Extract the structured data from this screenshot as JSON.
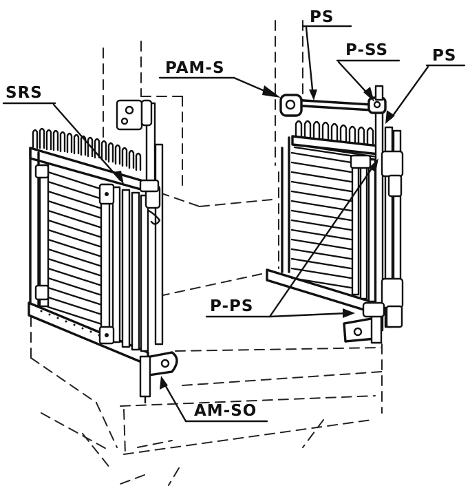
{
  "labels": {
    "ps_top": "PS",
    "p_ss": "P-SS",
    "ps_right": "PS",
    "pam_s": "PAM-S",
    "srs": "SRS",
    "p_ps": "P-PS",
    "am_so": "AM-SO"
  }
}
